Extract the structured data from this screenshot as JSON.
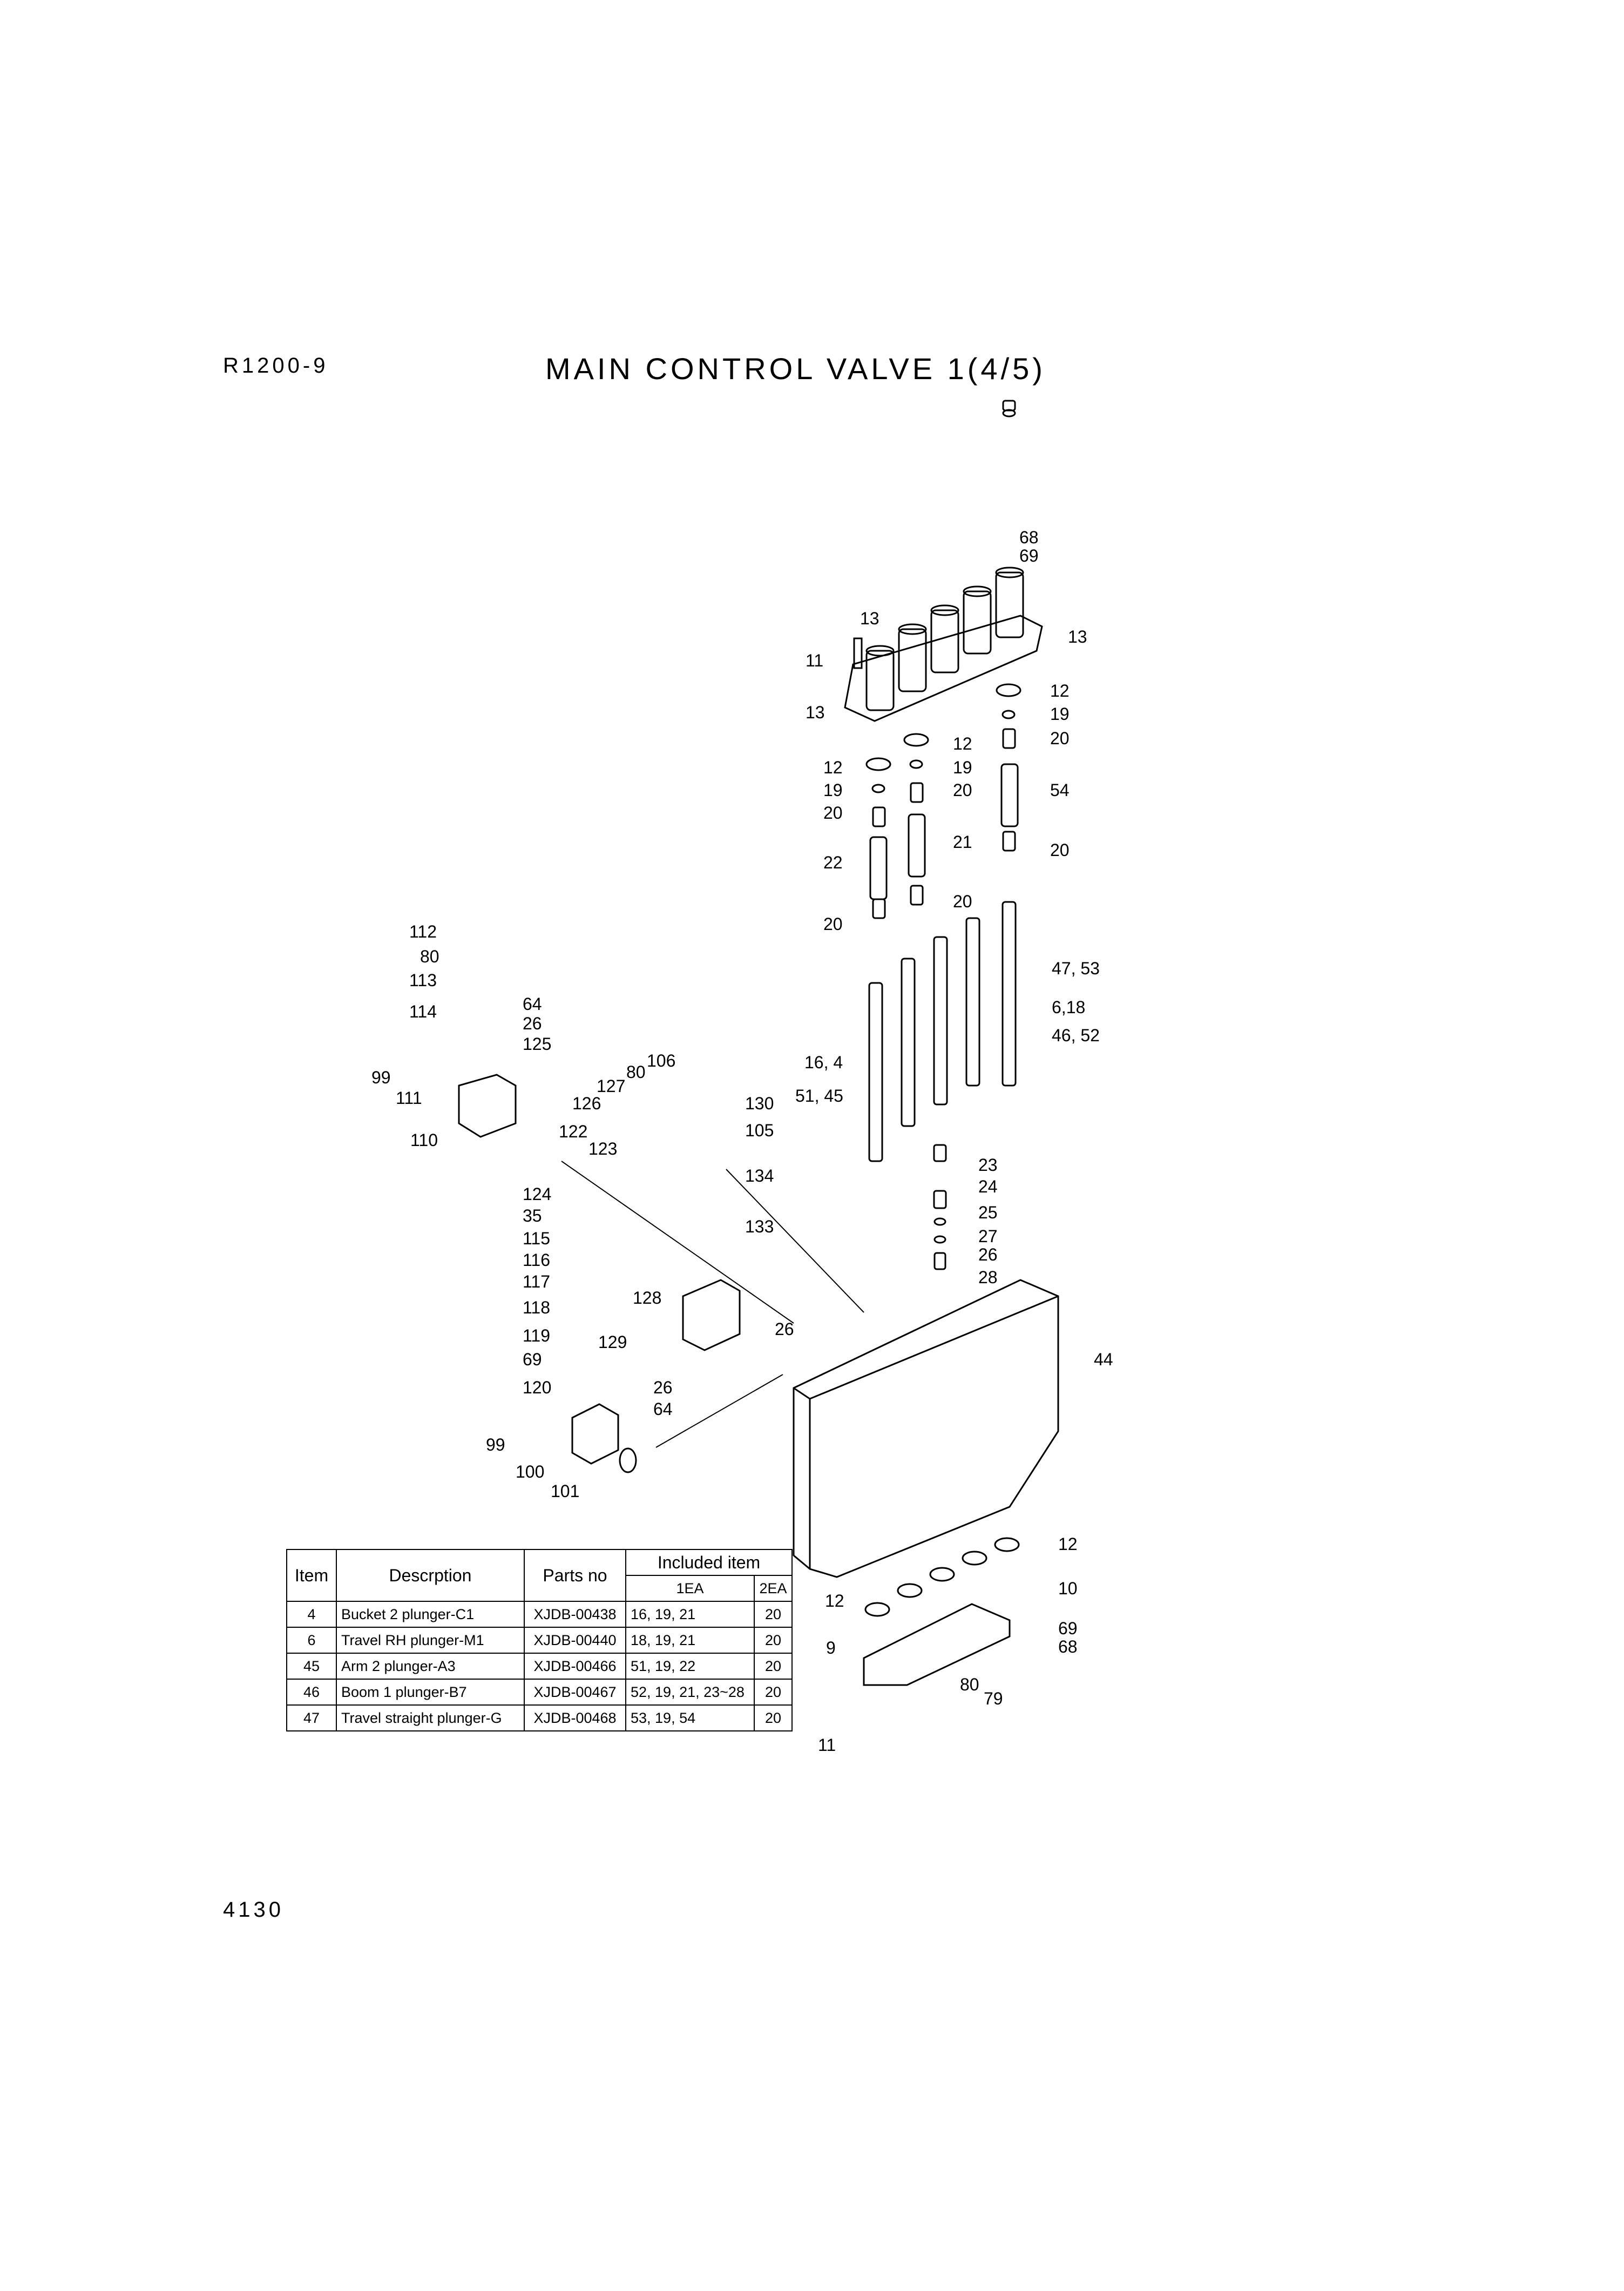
{
  "header": {
    "model": "R1200-9",
    "title": "MAIN CONTROL VALVE 1(4/5)"
  },
  "footer": {
    "page": "4130"
  },
  "labels": {
    "l68a": "68",
    "l69a": "69",
    "l13a": "13",
    "l13b": "13",
    "l11a": "11",
    "l13c": "13",
    "l12a": "12",
    "l19a": "19",
    "l20a": "20",
    "l12b": "12",
    "l12c": "12",
    "l19b": "19",
    "l19c": "19",
    "l20b": "20",
    "l20c": "20",
    "l54": "54",
    "l22": "22",
    "l21": "21",
    "l20d": "20",
    "l20e": "20",
    "l20f": "20",
    "l4753": "47, 53",
    "l618": "6,18",
    "l4652": "46, 52",
    "l164": "16, 4",
    "l5145": "51, 45",
    "l112": "112",
    "l80a": "80",
    "l113": "113",
    "l64a": "64",
    "l114": "114",
    "l26a": "26",
    "l125": "125",
    "l106": "106",
    "l80b": "80",
    "l99a": "99",
    "l111": "111",
    "l127": "127",
    "l126": "126",
    "l130": "130",
    "l105": "105",
    "l110": "110",
    "l122": "122",
    "l123": "123",
    "l134": "134",
    "l124": "124",
    "l35": "35",
    "l133": "133",
    "l115": "115",
    "l116": "116",
    "l117": "117",
    "l118": "118",
    "l119": "119",
    "l69b": "69",
    "l120": "120",
    "l128": "128",
    "l129": "129",
    "l26b": "26",
    "l26c": "26",
    "l64b": "64",
    "l23": "23",
    "l24": "24",
    "l25": "25",
    "l27": "27",
    "l26d": "26",
    "l28": "28",
    "l44": "44",
    "l99b": "99",
    "l100": "100",
    "l101": "101",
    "l12d": "12",
    "l12e": "12",
    "l10": "10",
    "l9": "9",
    "l69c": "69",
    "l68b": "68",
    "l80c": "80",
    "l79": "79",
    "l11b": "11"
  },
  "table": {
    "headers": {
      "item": "Item",
      "desc": "Descrption",
      "part": "Parts no",
      "included": "Included item",
      "ea1": "1EA",
      "ea2": "2EA"
    },
    "rows": [
      {
        "item": "4",
        "desc": "Bucket 2 plunger-C1",
        "part": "XJDB-00438",
        "ea1": "16, 19, 21",
        "ea2": "20"
      },
      {
        "item": "6",
        "desc": "Travel RH plunger-M1",
        "part": "XJDB-00440",
        "ea1": "18, 19, 21",
        "ea2": "20"
      },
      {
        "item": "45",
        "desc": "Arm 2 plunger-A3",
        "part": "XJDB-00466",
        "ea1": "51, 19, 22",
        "ea2": "20"
      },
      {
        "item": "46",
        "desc": "Boom 1 plunger-B7",
        "part": "XJDB-00467",
        "ea1": "52, 19, 21, 23~28",
        "ea2": "20"
      },
      {
        "item": "47",
        "desc": "Travel straight plunger-G",
        "part": "XJDB-00468",
        "ea1": "53, 19, 54",
        "ea2": "20"
      }
    ]
  }
}
